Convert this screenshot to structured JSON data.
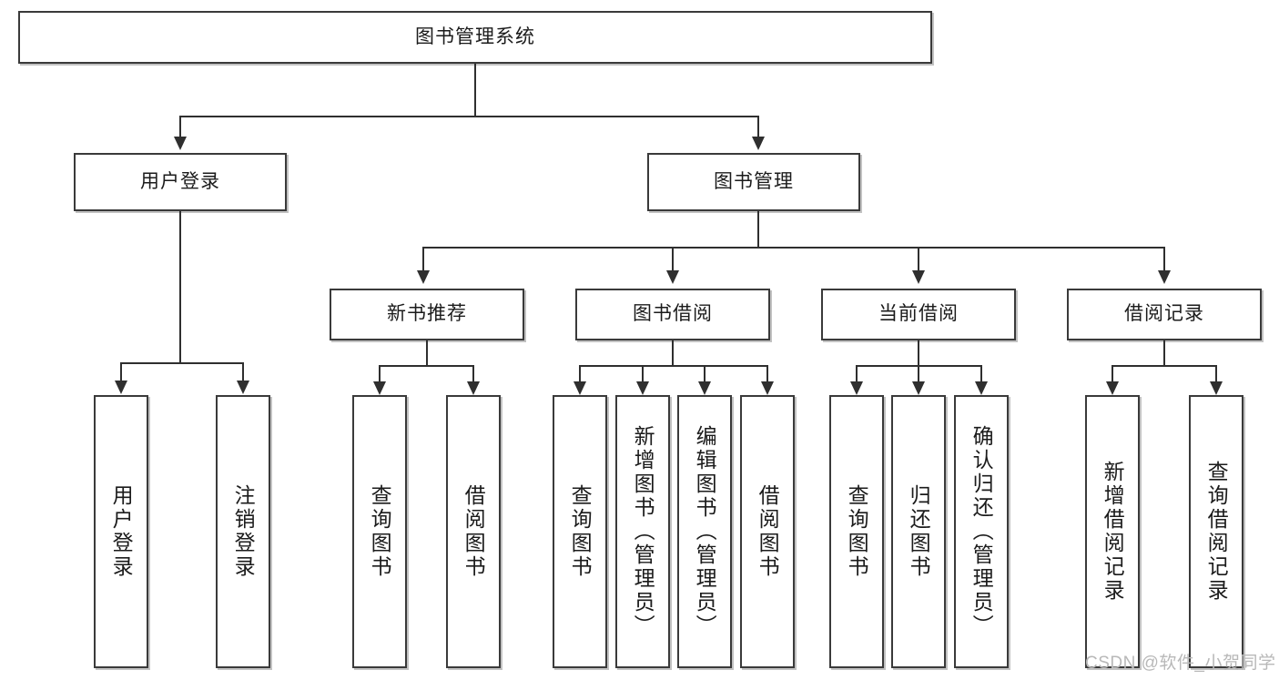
{
  "diagram": {
    "type": "tree",
    "title": "图书管理系统",
    "root": {
      "label": "图书管理系统"
    },
    "level2": [
      {
        "label": "用户登录"
      },
      {
        "label": "图书管理"
      }
    ],
    "level3": [
      {
        "label": "新书推荐"
      },
      {
        "label": "图书借阅"
      },
      {
        "label": "当前借阅"
      },
      {
        "label": "借阅记录"
      }
    ],
    "leaves": {
      "user_login": [
        {
          "label": "用户登录"
        },
        {
          "label": "注销登录"
        }
      ],
      "new_book_recommend": [
        {
          "label": "查询图书"
        },
        {
          "label": "借阅图书"
        }
      ],
      "book_borrow": [
        {
          "label": "查询图书"
        },
        {
          "label": "新增图书（管理员）"
        },
        {
          "label": "编辑图书（管理员）"
        },
        {
          "label": "借阅图书"
        }
      ],
      "current_borrow": [
        {
          "label": "查询图书"
        },
        {
          "label": "归还图书"
        },
        {
          "label": "确认归还（管理员）"
        }
      ],
      "borrow_record": [
        {
          "label": "新增借阅记录"
        },
        {
          "label": "查询借阅记录"
        }
      ]
    }
  },
  "watermark": {
    "text": "CSDN @软件_小贺同学"
  },
  "colors": {
    "box_border": "#3a3a3a",
    "line": "#2f2f2f",
    "text": "#1b1b1b",
    "background": "#ffffff",
    "watermark": "#b8b8b8"
  }
}
